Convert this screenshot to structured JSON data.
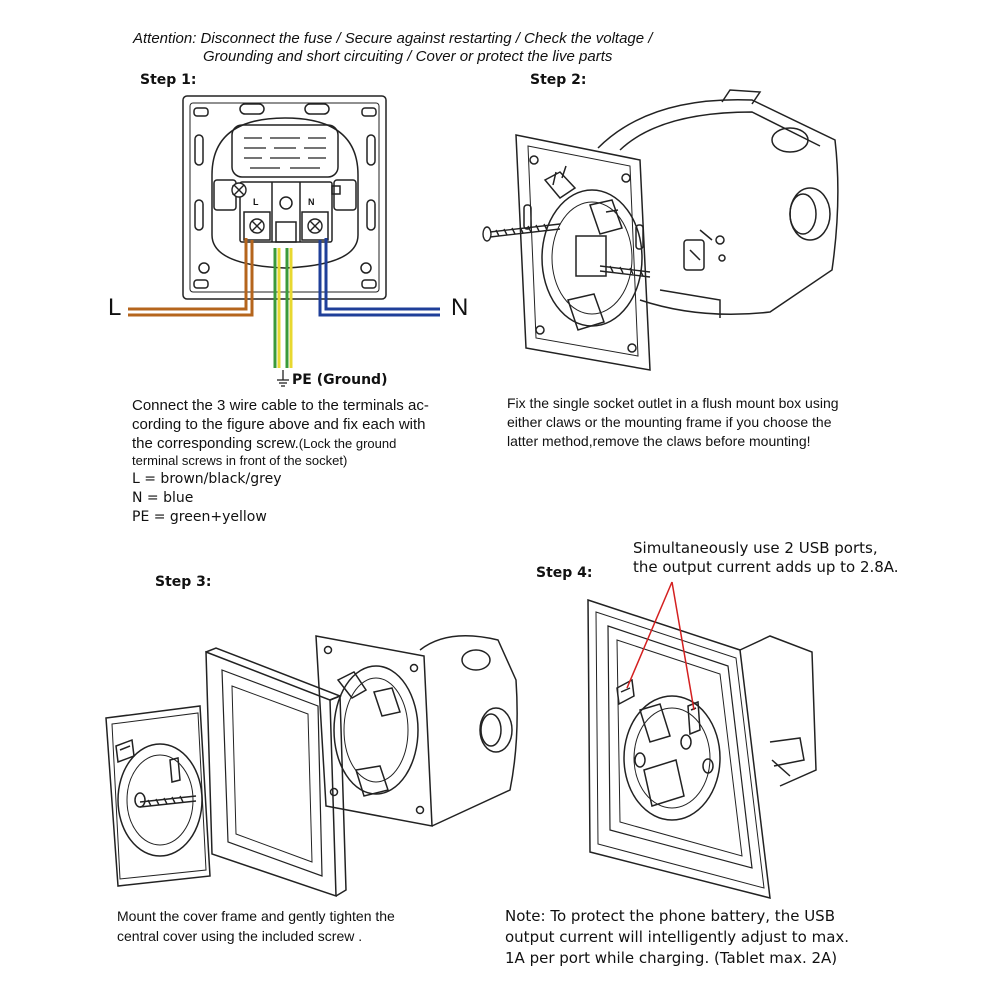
{
  "attention": {
    "line1": "Attention: Disconnect the fuse / Secure against restarting / Check the voltage /",
    "line2": "Grounding and short circuiting / Cover or protect the live parts"
  },
  "steps": [
    {
      "label": "Step 1:",
      "terminal_labels": {
        "left": "L",
        "right": "N"
      },
      "wire_labels": {
        "left": "L",
        "right": "N",
        "ground": "PE (Ground)"
      },
      "text": [
        "Connect the 3 wire cable to the terminals ac-",
        "cording to the figure above and fix each with",
        "the corresponding screw."
      ],
      "text_small": [
        "(Lock the ground",
        "terminal screws in front of the socket)"
      ],
      "legend": [
        "L = brown/black/grey",
        "N = blue",
        "PE = green+yellow"
      ]
    },
    {
      "label": "Step 2:",
      "text": [
        "Fix the single socket outlet in a flush mount box using",
        "either claws or the mounting frame if you choose the",
        "latter method,remove the claws before mounting!"
      ]
    },
    {
      "label": "Step 3:",
      "text": [
        "Mount the cover frame  and gently tighten the",
        "central cover using the included screw ."
      ]
    },
    {
      "label": "Step 4:",
      "callout": [
        "Simultaneously use 2 USB ports,",
        "the output current adds up to 2.8A."
      ],
      "note": [
        "Note: To protect the phone battery, the USB",
        "output current will intelligently adjust to max.",
        "1A per port while charging. (Tablet max. 2A)"
      ]
    }
  ],
  "colors": {
    "live_wire": "#b5651d",
    "neutral_wire": "#1f3f99",
    "ground_green": "#3a9a3a",
    "ground_yellow": "#e8d830",
    "callout": "#d42020",
    "line": "#222222"
  },
  "icons": [
    "ground-symbol-icon",
    "usb-port-icon",
    "screw-icon"
  ]
}
